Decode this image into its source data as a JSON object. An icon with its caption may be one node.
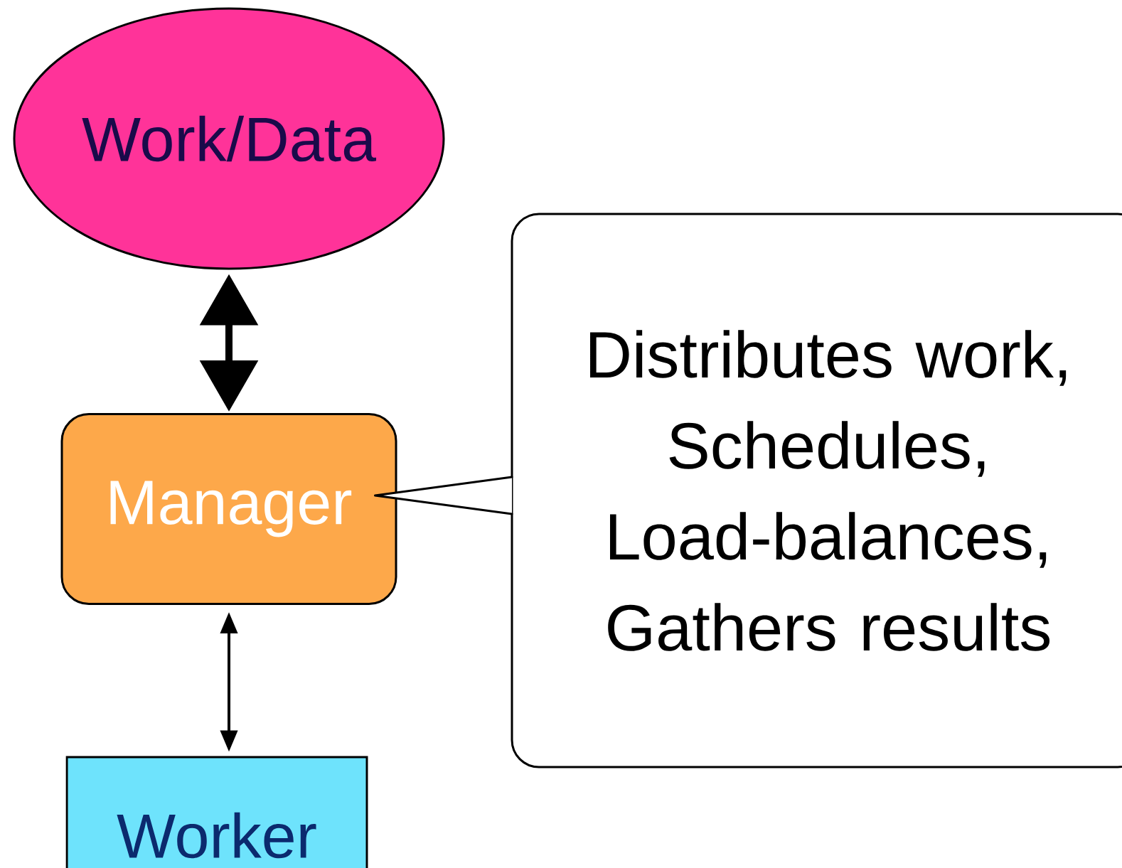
{
  "diagram": {
    "nodes": [
      {
        "text": [
          "Work/Data"
        ]
      },
      {
        "text": [
          "Manager"
        ]
      },
      {
        "text": [
          "Worker"
        ]
      },
      {
        "text": [
          "Distributes work, Schedules, Load-balances, Gathers results"
        ]
      }
    ],
    "edges": [
      {
        "from": 0,
        "to": 1,
        "arrow": "both",
        "style": "thick"
      },
      {
        "from": 1,
        "to": 2,
        "arrow": "both"
      },
      {
        "from": 3,
        "to": 1,
        "arrow": "none"
      }
    ]
  }
}
